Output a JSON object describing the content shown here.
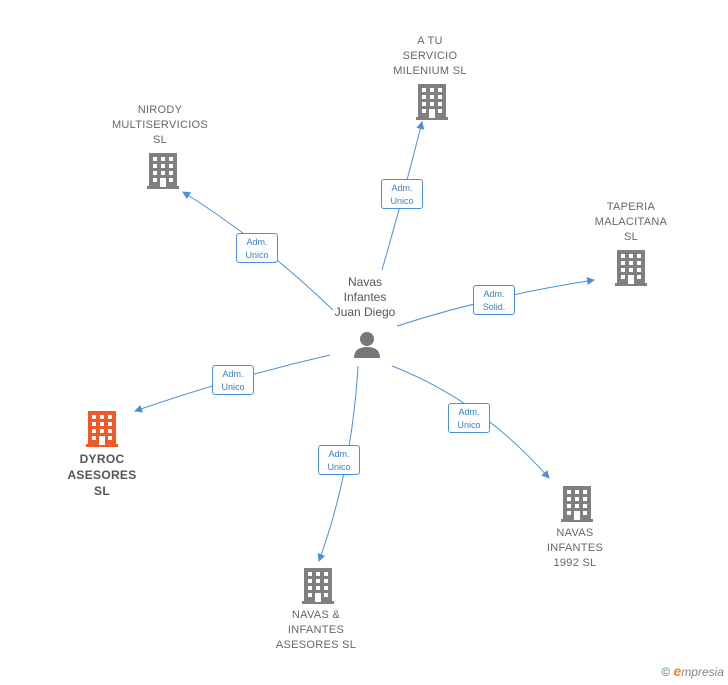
{
  "center": {
    "name": "Navas\nInfantes\nJuan Diego"
  },
  "companies": [
    {
      "id": "atu",
      "name": "A TU\nSERVICIO\nMILENIUM  SL",
      "color": "#808080"
    },
    {
      "id": "nirody",
      "name": "NIRODY\nMULTISERVICIOS\nSL",
      "color": "#808080"
    },
    {
      "id": "taperia",
      "name": "TAPERIA\nMALACITANA\nSL",
      "color": "#808080"
    },
    {
      "id": "dyroc",
      "name": "DYROC\nASESORES\nSL",
      "color": "#f05a28"
    },
    {
      "id": "navas1992",
      "name": "NAVAS\nINFANTES\n1992  SL",
      "color": "#808080"
    },
    {
      "id": "navasinf",
      "name": "NAVAS &\nINFANTES\nASESORES SL",
      "color": "#808080"
    }
  ],
  "roles": {
    "atu": "Adm.\nUnico",
    "nirody": "Adm.\nUnico",
    "taperia": "Adm.\nSolid.",
    "dyroc": "Adm.\nUnico",
    "navas1992": "Adm.\nUnico",
    "navasinf": "Adm.\nUnico"
  },
  "colors": {
    "edge": "#4a90d9",
    "person": "#777777"
  },
  "footer": {
    "copyright": "©",
    "brand_e": "e",
    "brand_rest": "mpresia"
  }
}
